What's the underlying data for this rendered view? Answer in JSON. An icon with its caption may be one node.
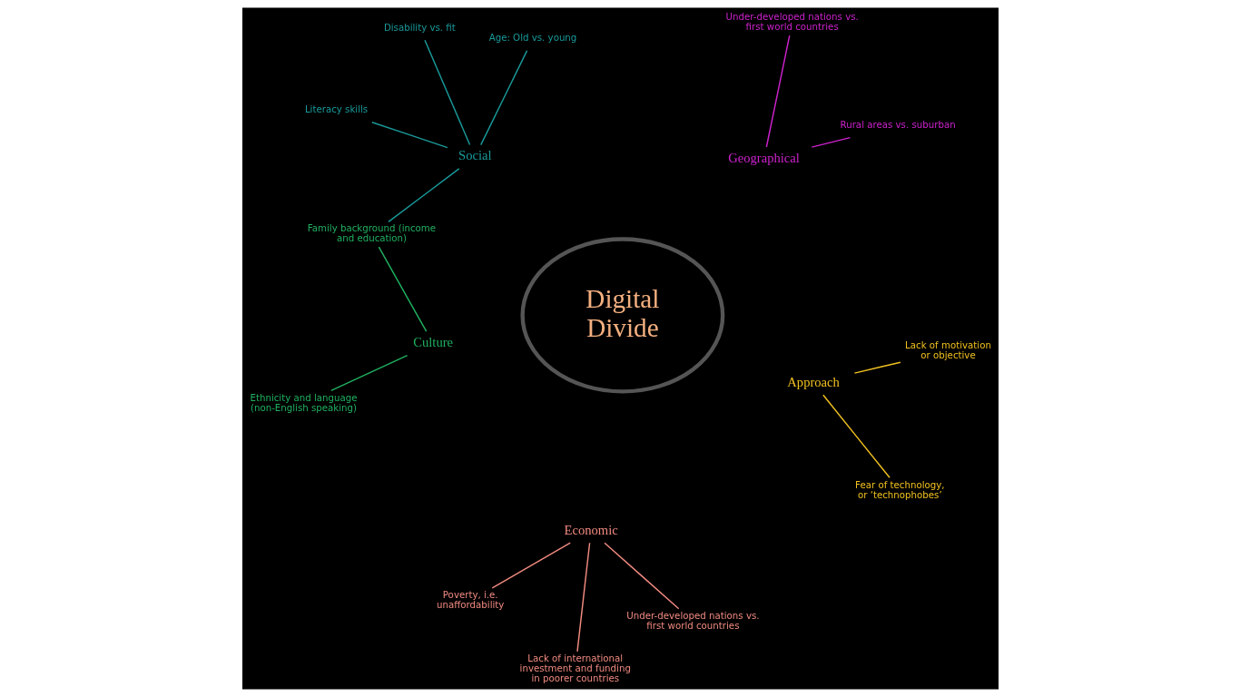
{
  "diagram": {
    "nodes": [
      {
        "text": [
          "Digital Divide"
        ]
      },
      {
        "text": [
          "Social"
        ]
      },
      {
        "text": [
          "Literacy skills"
        ]
      },
      {
        "text": [
          "Disability vs. fit"
        ]
      },
      {
        "text": [
          "Age: Old vs. young"
        ]
      },
      {
        "text": [
          "Family background (income and education)"
        ]
      },
      {
        "text": [
          "Economic"
        ]
      },
      {
        "text": [
          "Under-developed nations vs. first world countries"
        ]
      },
      {
        "text": [
          "Poverty, i.e. unaffordability"
        ]
      },
      {
        "text": [
          "Lack of international investment and funding in poorer countries"
        ]
      },
      {
        "text": [
          "Culture"
        ]
      },
      {
        "text": [
          "Ethnicity and language (non-English speaking)"
        ]
      },
      {
        "text": [
          "Geographical"
        ]
      },
      {
        "text": [
          "Rural areas vs. suburban"
        ]
      },
      {
        "text": [
          "Under-developed nations vs. first world countries"
        ]
      },
      {
        "text": [
          "Approach"
        ]
      },
      {
        "text": [
          "Fear of technology, or ‘technophobes’"
        ]
      },
      {
        "text": [
          "Lack of motivation or objective"
        ]
      }
    ],
    "edges": [
      {
        "from": 1,
        "to": 2,
        "arrow": "none",
        "color": "#1a9a9a"
      },
      {
        "from": 1,
        "to": 3,
        "arrow": "none",
        "color": "#1a9a9a"
      },
      {
        "from": 1,
        "to": 4,
        "arrow": "none",
        "color": "#1a9a9a"
      },
      {
        "from": 1,
        "to": 5,
        "arrow": "none",
        "color": "#1a9a9a"
      },
      {
        "from": 6,
        "to": 7,
        "arrow": "none",
        "color": "#f08a80"
      },
      {
        "from": 6,
        "to": 8,
        "arrow": "none",
        "color": "#f08a80"
      },
      {
        "from": 6,
        "to": 9,
        "arrow": "none",
        "color": "#f08a80"
      },
      {
        "from": 10,
        "to": 5,
        "arrow": "none",
        "color": "#20b060"
      },
      {
        "from": 10,
        "to": 11,
        "arrow": "none",
        "color": "#20b060"
      },
      {
        "from": 12,
        "to": 13,
        "arrow": "none",
        "color": "#cc22cc"
      },
      {
        "from": 12,
        "to": 14,
        "arrow": "none",
        "color": "#cc22cc"
      },
      {
        "from": 15,
        "to": 16,
        "arrow": "none",
        "color": "#f0c020"
      },
      {
        "from": 15,
        "to": 17,
        "arrow": "none",
        "color": "#f0c020"
      }
    ]
  }
}
